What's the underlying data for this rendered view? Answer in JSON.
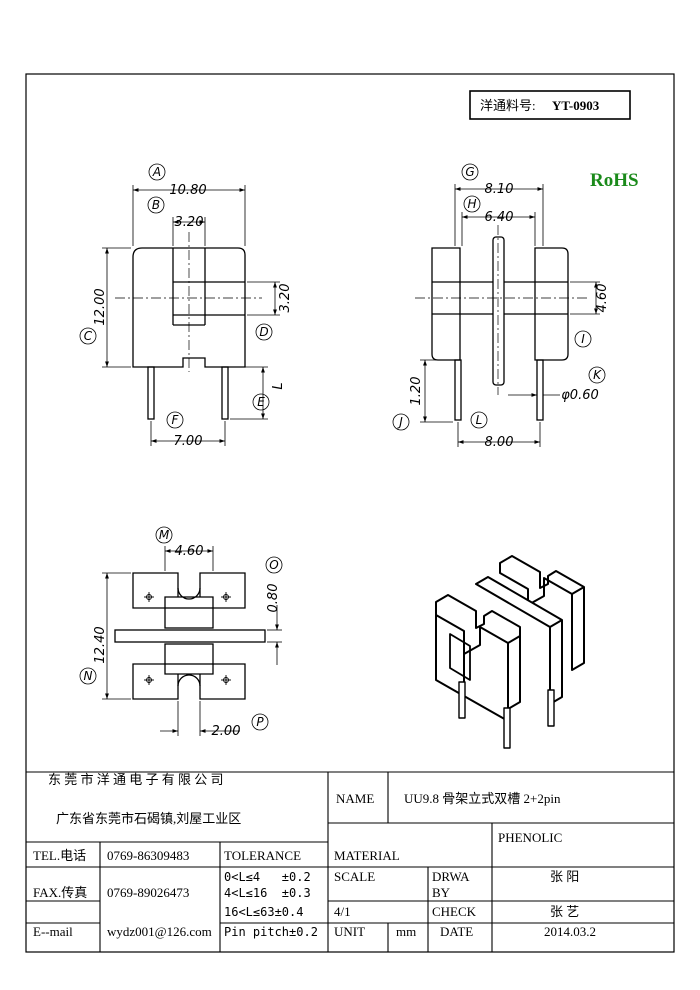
{
  "header": {
    "part_no_label": "洋通料号:",
    "part_no": "YT-0903",
    "rohs": "RoHS",
    "rohs_color": "#1a8a1a"
  },
  "view_front": {
    "label_a": "A",
    "dim_a": "10.80",
    "label_b": "B",
    "dim_b": "3.20",
    "label_c": "C",
    "dim_c": "12.00",
    "label_d": "D",
    "dim_d": "3.20",
    "label_e": "E",
    "dim_e": "L",
    "label_f": "F",
    "dim_f": "7.00"
  },
  "view_side": {
    "label_g": "G",
    "dim_g": "8.10",
    "label_h": "H",
    "dim_h": "6.40",
    "label_i": "I",
    "dim_i": "4.60",
    "label_j": "J",
    "dim_j": "1.20",
    "label_k": "K",
    "dim_k": "φ0.60",
    "label_l": "L",
    "dim_l": "8.00"
  },
  "view_bottom": {
    "label_m": "M",
    "dim_m": "4.60",
    "label_n": "N",
    "dim_n": "12.40",
    "label_o": "O",
    "dim_o": "0.80",
    "label_p": "P",
    "dim_p": "2.00"
  },
  "title_block": {
    "company": "东 莞 市 洋 通 电 子 有 限 公 司",
    "address": "广东省东莞市石碣镇,刘屋工业区",
    "name_label": "NAME",
    "name_value": "UU9.8 骨架立式双槽 2+2pin",
    "material_value": "PHENOLIC",
    "tel_label": "TEL.电话",
    "tel_value": "0769-86309483",
    "tolerance_label": "TOLERANCE",
    "material_label": "MATERIAL",
    "tol_1": "0<L≤4   ±0.2",
    "tol_2": "4<L≤16  ±0.3",
    "tol_3": "16<L≤63±0.4",
    "tol_4": "Pin pitch±0.2",
    "scale_label": "SCALE",
    "drwa_label": "DRWA",
    "by_label": "BY",
    "drawn_by": "张 阳",
    "fax_label": "FAX.传真",
    "fax_value": "0769-89026473",
    "scale_value": "4/1",
    "check_label": "CHECK",
    "checked_by": "张 艺",
    "email_label": "E--mail",
    "email_value": "wydz001@126.com",
    "unit_label": "UNIT",
    "unit_value": "mm",
    "date_label": "DATE",
    "date_value": "2014.03.2"
  }
}
